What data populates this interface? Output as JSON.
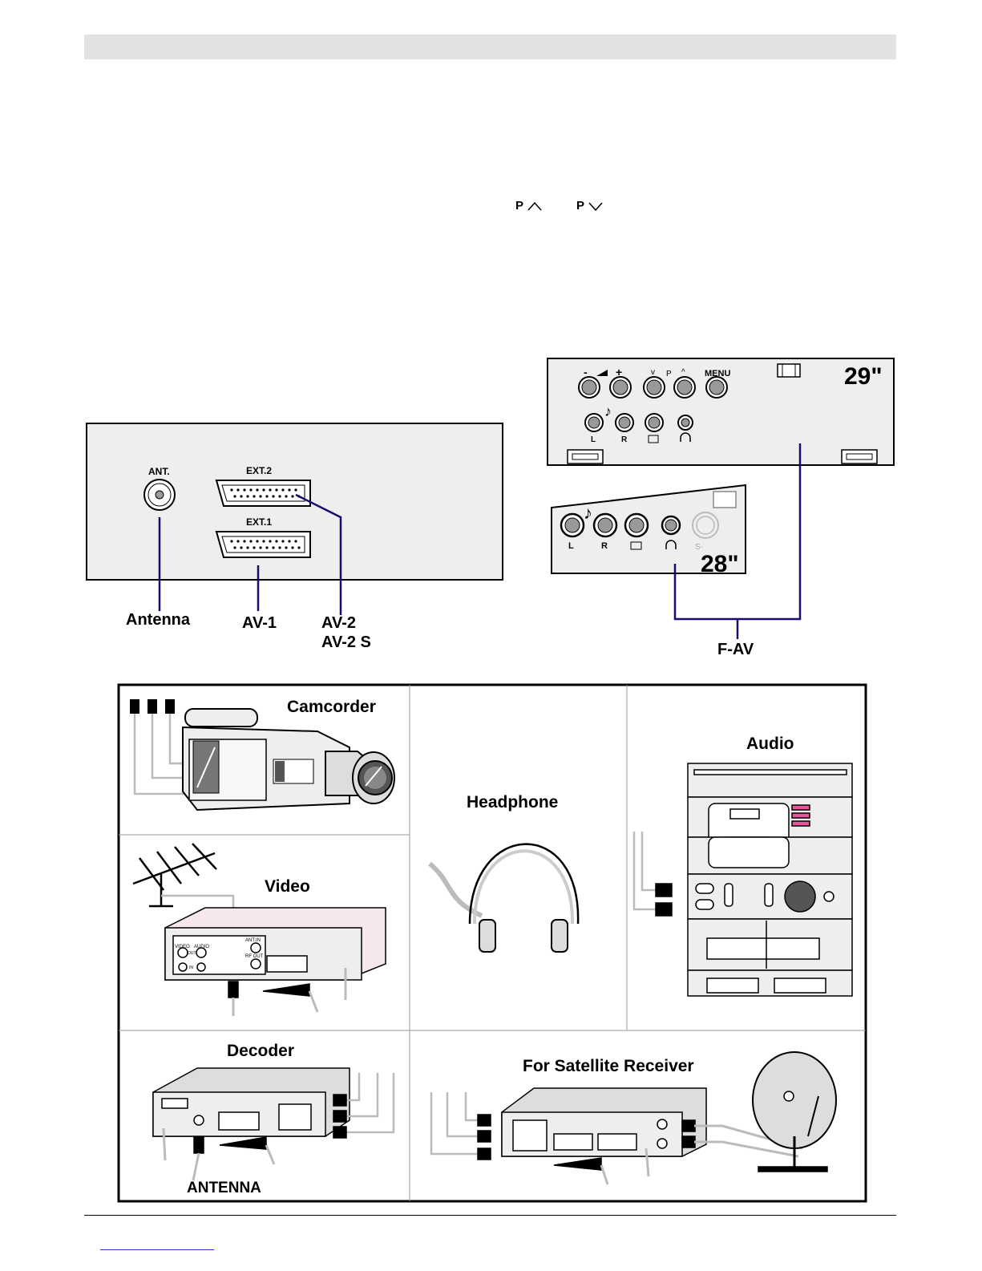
{
  "program_keys": {
    "up": "P",
    "down": "P"
  },
  "rear_panel": {
    "ant": "ANT.",
    "ext2": "EXT.2",
    "ext1": "EXT.1",
    "labels": {
      "antenna": "Antenna",
      "av1": "AV-1",
      "av2": "AV-2",
      "av2s": "AV-2 S"
    }
  },
  "side_panel_29": {
    "size": "29\"",
    "buttons": {
      "minus": "-",
      "plus": "+",
      "p": "P",
      "menu": "MENU"
    },
    "jacks": {
      "l": "L",
      "r": "R"
    }
  },
  "side_panel_28": {
    "size": "28\"",
    "jacks": {
      "l": "L",
      "r": "R",
      "s": "S-"
    }
  },
  "f_av": "F-AV",
  "devices": {
    "camcorder": "Camcorder",
    "headphone": "Headphone",
    "audio": "Audio",
    "video": "Video",
    "decoder": "Decoder",
    "satellite": "For Satellite Receiver",
    "antenna": "ANTENNA"
  },
  "vcr_labels": {
    "video": "VIDEO",
    "audio": "AUDIO",
    "out": "OUT",
    "in": "IN",
    "ant_in": "ANT.IN",
    "rf_out": "RF OUT"
  },
  "colors": {
    "line": "#1a0a6b",
    "panel": "#eeeeee",
    "header": "#e2e2e2",
    "cable": "#b8b8b8",
    "device_pink": "#f6e6ee"
  }
}
